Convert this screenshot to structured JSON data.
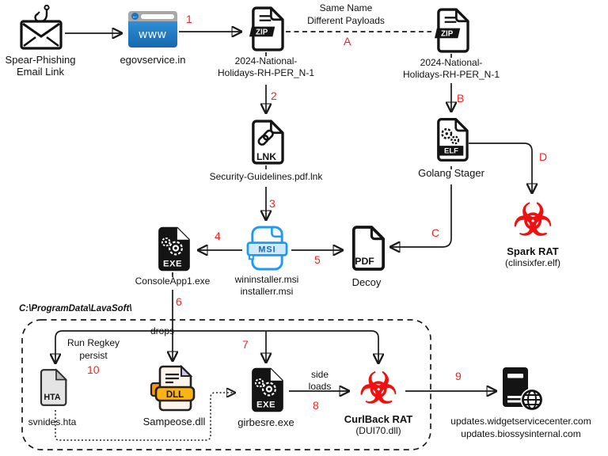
{
  "colors": {
    "accent_red": "#f42222",
    "line": "#1a1a1a",
    "msi_blue": "#1e9bf0",
    "dll_amber": "#fcb316",
    "browser_blue": "#1668ad"
  },
  "icons": {
    "biohazard": "☣",
    "back_arrow": "←"
  },
  "nodes": {
    "email": {
      "line1": "Spear-Phishing",
      "line2": "Email Link"
    },
    "website": {
      "label": "egovservice.in",
      "icon_text": "www"
    },
    "zip1": {
      "badge": "ZIP",
      "line1": "2024-National-",
      "line2": "Holidays-RH-PER_N-1"
    },
    "zip2": {
      "badge": "ZIP",
      "line1": "2024-National-",
      "line2": "Holidays-RH-PER_N-1"
    },
    "lnk": {
      "badge": "LNK",
      "label": "Security-Guidelines.pdf.lnk"
    },
    "elf": {
      "badge": "ELF",
      "label": "Golang Stager"
    },
    "msi": {
      "badge": "MSI",
      "line1": "wininstaller.msi",
      "line2": "installerr.msi"
    },
    "exe1": {
      "badge": "EXE",
      "label": "ConsoleApp1.exe"
    },
    "pdf": {
      "badge": "PDF",
      "label": "Decoy"
    },
    "spark": {
      "name": "Spark RAT",
      "file": "(clinsixfer.elf)"
    },
    "hta": {
      "badge": "HTA",
      "label": "svnides.hta"
    },
    "dll": {
      "badge": "DLL",
      "label": "Sampeose.dll"
    },
    "exe2": {
      "badge": "EXE",
      "label": "girbesre.exe"
    },
    "curlback": {
      "name": "CurlBack RAT",
      "file": "(DUI70.dll)"
    },
    "server": {
      "line1": "updates.widgetservicecenter.com",
      "line2": "updates.biossysinternal.com"
    }
  },
  "annotations": {
    "same_name_1": "Same Name",
    "same_name_2": "Different Payloads",
    "drop_path": "C:\\ProgramData\\LavaSoft\\",
    "drops": "drops",
    "regkey_1": "Run Regkey",
    "regkey_2": "persist",
    "sideloads_1": "side",
    "sideloads_2": "loads"
  },
  "markers": {
    "s1": "1",
    "s2": "2",
    "s3": "3",
    "s4": "4",
    "s5": "5",
    "s6": "6",
    "s7": "7",
    "s8": "8",
    "s9": "9",
    "s10": "10",
    "a": "A",
    "b": "B",
    "c": "C",
    "d": "D"
  }
}
